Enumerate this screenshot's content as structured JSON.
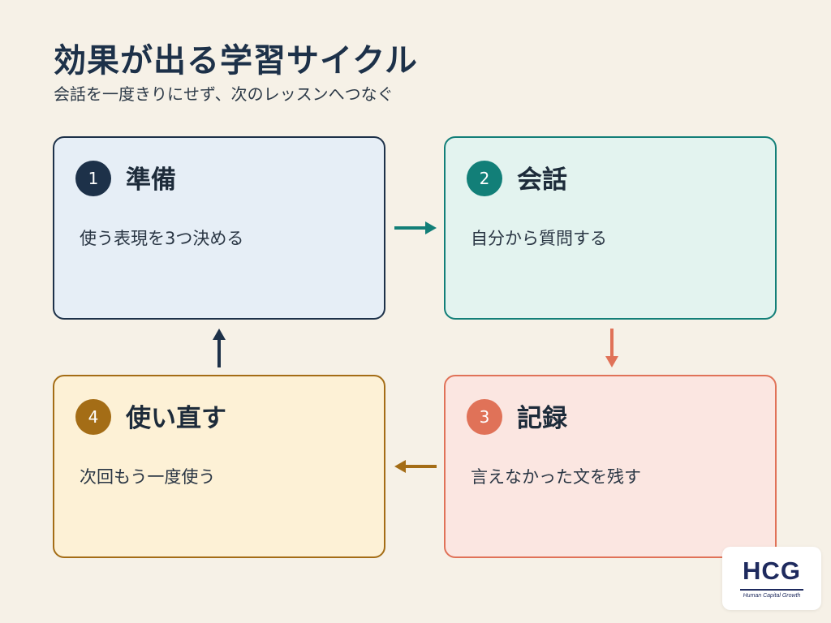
{
  "title": "効果が出る学習サイクル",
  "subtitle": "会話を一度きりにせず、次のレッスンへつなぐ",
  "steps": [
    {
      "number": "1",
      "title": "準備",
      "description": "使う表現を3つ決める",
      "color": "#1d3149"
    },
    {
      "number": "2",
      "title": "会話",
      "description": "自分から質問する",
      "color": "#127f78"
    },
    {
      "number": "3",
      "title": "記録",
      "description": "言えなかった文を残す",
      "color": "#e07258"
    },
    {
      "number": "4",
      "title": "使い直す",
      "description": "次回もう一度使う",
      "color": "#a46d16"
    }
  ],
  "arrows": [
    {
      "from": "1",
      "to": "2",
      "direction": "right"
    },
    {
      "from": "2",
      "to": "3",
      "direction": "down"
    },
    {
      "from": "3",
      "to": "4",
      "direction": "left"
    },
    {
      "from": "4",
      "to": "1",
      "direction": "up"
    }
  ],
  "logo": {
    "text": "HCG",
    "subtext": "Human Capital Growth"
  }
}
